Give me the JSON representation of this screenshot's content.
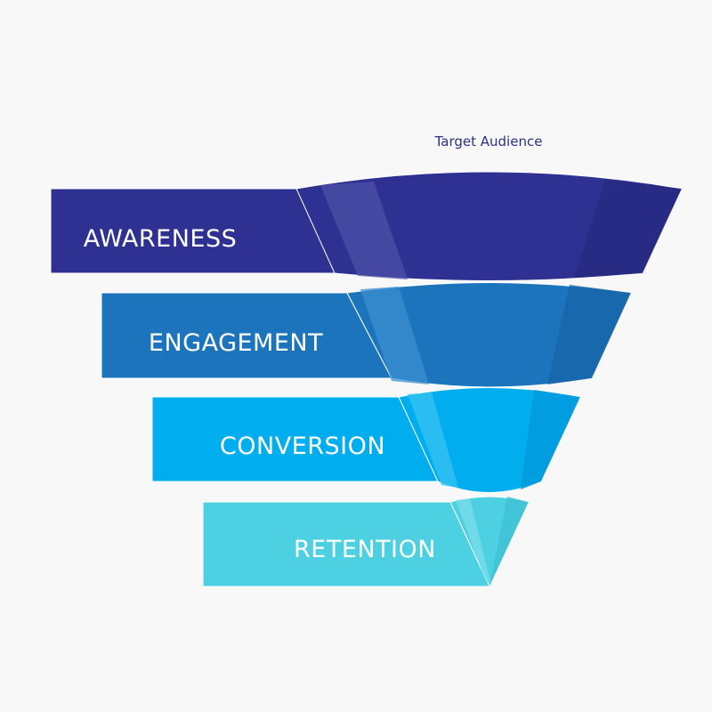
{
  "funnel": {
    "top_label": "Target Audience",
    "stages": [
      {
        "label": "AWARENESS",
        "color": "#2e3192",
        "dark": "#262a80",
        "light": "#4f52a8"
      },
      {
        "label": "ENGAGEMENT",
        "color": "#1c75bc",
        "dark": "#1665a8",
        "light": "#3b8fd0"
      },
      {
        "label": "CONVERSION",
        "color": "#00aeef",
        "dark": "#0098dc",
        "light": "#33c0f3"
      },
      {
        "label": "RETENTION",
        "color": "#4dd0e1",
        "dark": "#3ec0d3",
        "light": "#7adcea"
      }
    ]
  }
}
